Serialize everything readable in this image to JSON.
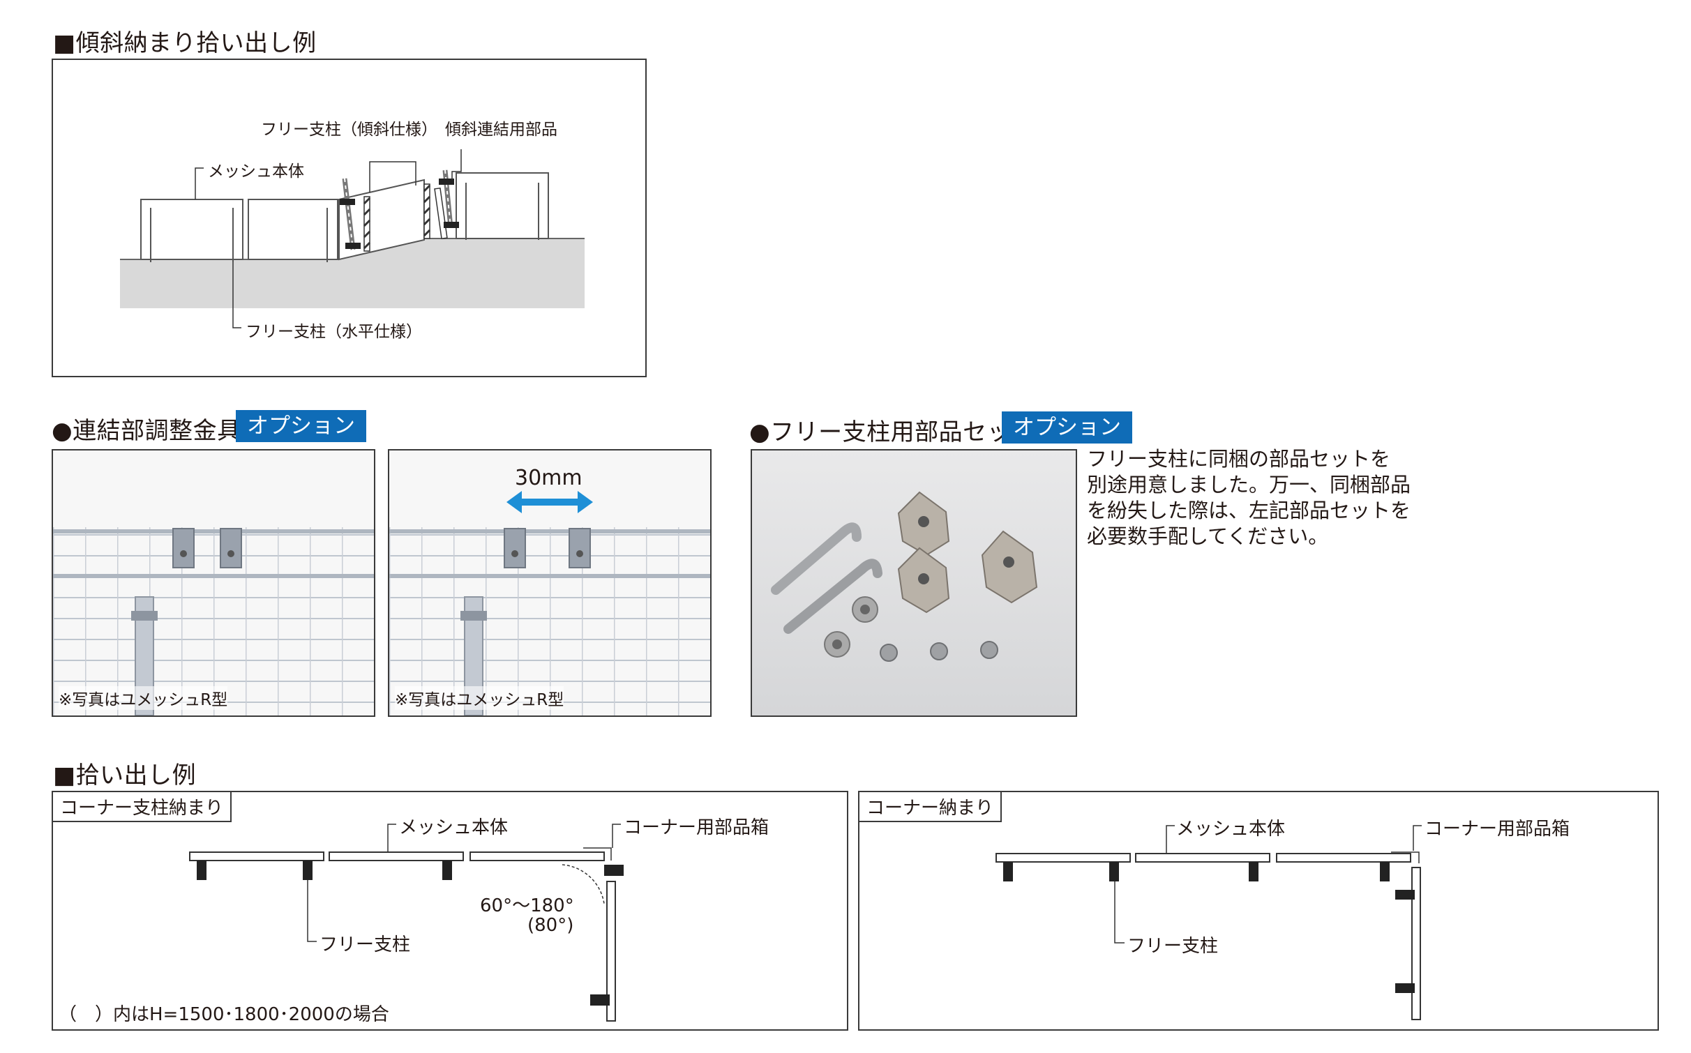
{
  "section1": {
    "title": "■傾斜納まり拾い出し例",
    "labels": {
      "mesh_body": "メッシュ本体",
      "free_post_slope": "フリー支柱（傾斜仕様）",
      "slope_connector": "傾斜連結用部品",
      "free_post_horizontal": "フリー支柱（水平仕様）"
    }
  },
  "section2": {
    "title": "●連結部調整金具",
    "badge": "オプション",
    "photo_caption": "※写真はユメッシュR型",
    "gap_label": "30mm"
  },
  "section3": {
    "title": "●フリー支柱用部品セット",
    "badge": "オプション",
    "description": [
      "フリー支柱に同梱の部品セットを",
      "別途用意しました。万一、同梱部品",
      "を紛失した際は、左記部品セットを",
      "必要数手配してください。"
    ]
  },
  "section4": {
    "title": "■拾い出し例",
    "left": {
      "tab": "コーナー支柱納まり",
      "mesh_body": "メッシュ本体",
      "corner_box": "コーナー用部品箱",
      "angle_range": "60°～180°",
      "angle_note": "(80°)",
      "free_post": "フリー支柱",
      "footnote": "（　）内はH=1500･1800･2000の場合"
    },
    "right": {
      "tab": "コーナー納まり",
      "mesh_body": "メッシュ本体",
      "corner_box": "コーナー用部品箱",
      "free_post": "フリー支柱"
    }
  },
  "colors": {
    "badge_blue": "#0f6cb7",
    "arrow_blue": "#1e8fd6",
    "ground_gray": "#d9d9d9"
  }
}
